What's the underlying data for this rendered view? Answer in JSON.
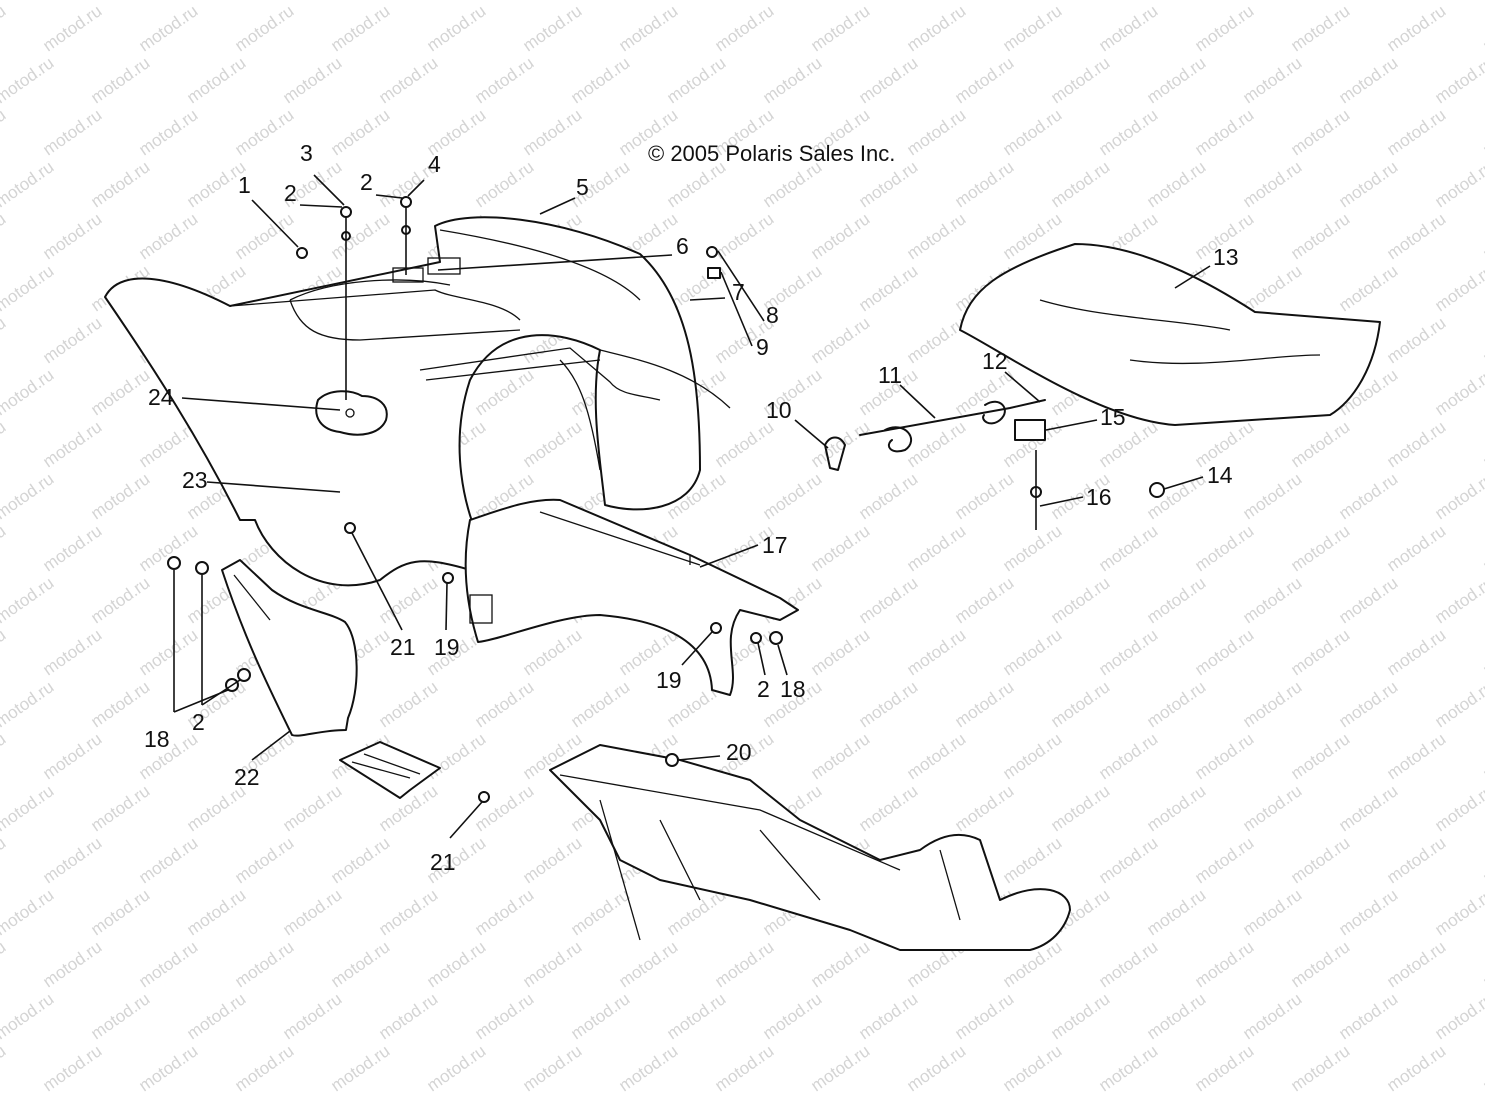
{
  "copyright": "© 2005 Polaris Sales Inc.",
  "watermark": "motod.ru",
  "callouts": [
    {
      "id": "c1",
      "label": "1"
    },
    {
      "id": "c2a",
      "label": "2"
    },
    {
      "id": "c3",
      "label": "3"
    },
    {
      "id": "c2b",
      "label": "2"
    },
    {
      "id": "c4",
      "label": "4"
    },
    {
      "id": "c5",
      "label": "5"
    },
    {
      "id": "c6",
      "label": "6"
    },
    {
      "id": "c7",
      "label": "7"
    },
    {
      "id": "c8",
      "label": "8"
    },
    {
      "id": "c9",
      "label": "9"
    },
    {
      "id": "c10",
      "label": "10"
    },
    {
      "id": "c11",
      "label": "11"
    },
    {
      "id": "c12",
      "label": "12"
    },
    {
      "id": "c13",
      "label": "13"
    },
    {
      "id": "c14",
      "label": "14"
    },
    {
      "id": "c15",
      "label": "15"
    },
    {
      "id": "c16",
      "label": "16"
    },
    {
      "id": "c17",
      "label": "17"
    },
    {
      "id": "c18a",
      "label": "18"
    },
    {
      "id": "c2c",
      "label": "2"
    },
    {
      "id": "c18b",
      "label": "18"
    },
    {
      "id": "c2d",
      "label": "2"
    },
    {
      "id": "c19a",
      "label": "19"
    },
    {
      "id": "c19b",
      "label": "19"
    },
    {
      "id": "c20",
      "label": "20"
    },
    {
      "id": "c21a",
      "label": "21"
    },
    {
      "id": "c21b",
      "label": "21"
    },
    {
      "id": "c22",
      "label": "22"
    },
    {
      "id": "c23",
      "label": "23"
    },
    {
      "id": "c24",
      "label": "24"
    }
  ]
}
